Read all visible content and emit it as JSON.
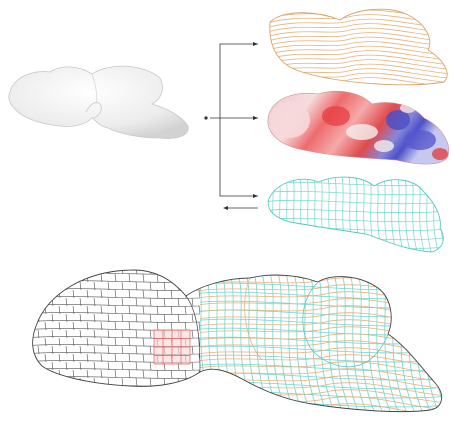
{
  "figure": {
    "colors": {
      "background": "#ffffff",
      "surface_fill": "#eeeeee",
      "surface_stroke": "#bdbdbd",
      "contour_orange": "#e4b27d",
      "analysis_red": "#e8484a",
      "analysis_blue": "#5d5fd0",
      "analysis_white": "#f6f1f1",
      "mesh_cyan": "#6fd4cf",
      "tile_gray": "#555555",
      "highlight_red": "#e55d5d",
      "arrow": "#333333"
    },
    "panels": [
      {
        "name": "input-surface-panel",
        "icon": "shell-surface"
      },
      {
        "name": "contour-panel",
        "icon": "contour-lines"
      },
      {
        "name": "stress-analysis-panel",
        "icon": "color-map"
      },
      {
        "name": "mesh-panel",
        "icon": "wireframe-mesh"
      },
      {
        "name": "combined-panel",
        "icon": "overlay-composite"
      }
    ]
  }
}
